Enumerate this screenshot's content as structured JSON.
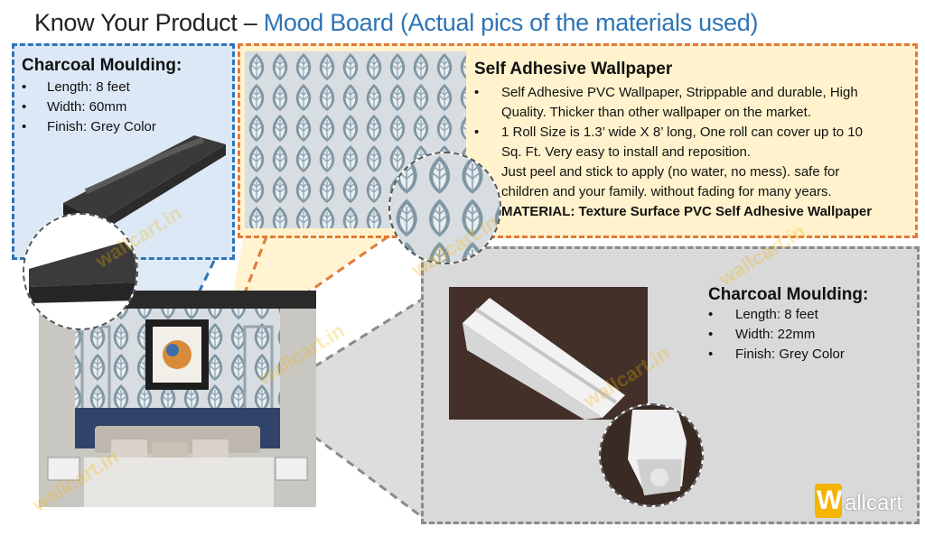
{
  "title": {
    "main": "Know Your Product – ",
    "accent": "Mood Board (Actual pics of the materials used)"
  },
  "left_panel": {
    "title": "Charcoal Moulding:",
    "items": [
      "Length: 8 feet",
      "Width: 60mm",
      "Finish: Grey Color"
    ]
  },
  "top_panel": {
    "title": "Self Adhesive Wallpaper",
    "bullet1": [
      "Self Adhesive PVC Wallpaper, Strippable and durable, High",
      "Quality. Thicker than other wallpaper on the market."
    ],
    "bullet2": [
      "1 Roll Size is 1.3’ wide X 8’ long, One roll can cover up to 10",
      "Sq. Ft. Very easy to install and reposition.",
      "Just peel and stick to apply (no water, no mess). safe for",
      "children and your family. without fading for many years."
    ],
    "material": "MATERIAL: Texture Surface PVC Self Adhesive Wallpaper"
  },
  "right_panel": {
    "title": "Charcoal Moulding:",
    "items": [
      "Length: 8 feet",
      "Width: 22mm",
      "Finish: Grey Color"
    ]
  },
  "watermark": "wallcart.in",
  "logo": {
    "letter": "W",
    "text": "allcart"
  },
  "colors": {
    "accent": "#2e74b5",
    "left_border": "#2e75b6",
    "top_border": "#e07b39",
    "right_border": "#8a8a8a",
    "logo": "#f4b400"
  }
}
